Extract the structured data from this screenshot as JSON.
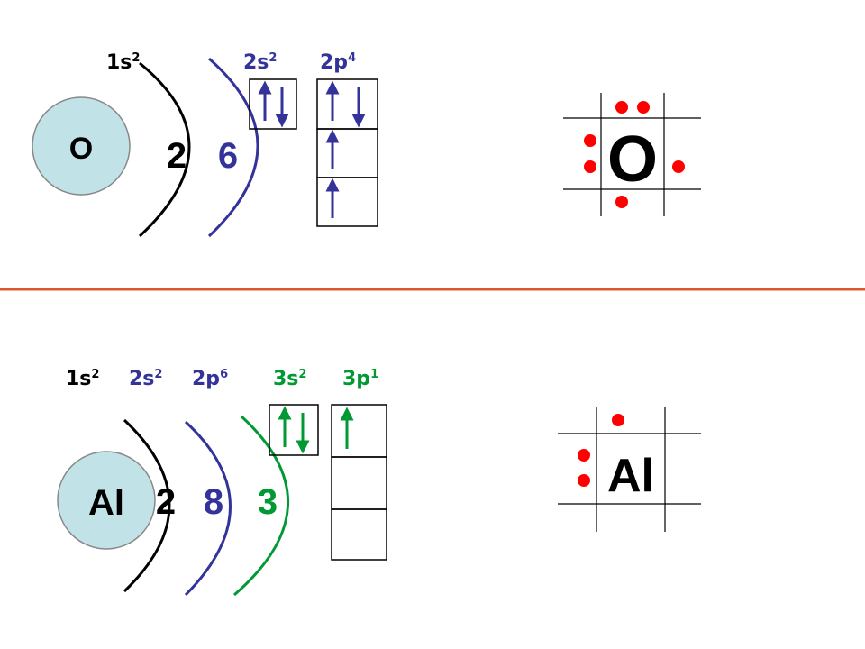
{
  "colors": {
    "black": "#000000",
    "blue": "#333399",
    "green": "#009933",
    "divider": "#e0562b",
    "nucleus_fill": "#c1e3e8",
    "dot": "#ff0000"
  },
  "oxygen": {
    "nucleus_symbol": "O",
    "lewis_symbol": "O",
    "shells": [
      "2",
      "6"
    ],
    "subshells": [
      {
        "name": "1s",
        "sup": "2"
      },
      {
        "name": "2s",
        "sup": "2"
      },
      {
        "name": "2p",
        "sup": "4"
      }
    ],
    "orbital_boxes": {
      "s2": [
        "up-down"
      ],
      "p2": [
        "up-down",
        "up",
        "up"
      ]
    },
    "valence_dots": 6
  },
  "aluminium": {
    "nucleus_symbol": "Al",
    "lewis_symbol": "Al",
    "shells": [
      "2",
      "8",
      "3"
    ],
    "subshells": [
      {
        "name": "1s",
        "sup": "2"
      },
      {
        "name": "2s",
        "sup": "2"
      },
      {
        "name": "2p",
        "sup": "6"
      },
      {
        "name": "3s",
        "sup": "2"
      },
      {
        "name": "3p",
        "sup": "1"
      }
    ],
    "orbital_boxes": {
      "s3": [
        "up-down"
      ],
      "p3": [
        "up",
        "empty",
        "empty"
      ]
    },
    "valence_dots": 3
  }
}
